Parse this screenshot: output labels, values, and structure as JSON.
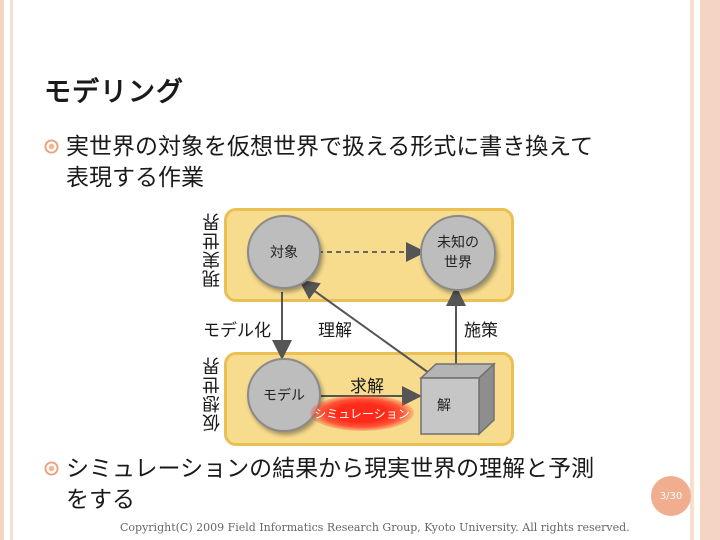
{
  "slide": {
    "title": "モデリング",
    "bullets": [
      "実世界の対象を仮想世界で扱える形式に書き換えて表現する作業",
      "シミュレーションの結果から現実世界の理解と予測をする"
    ],
    "footer": "Copyright(C) 2009 Field Informatics Research Group, Kyoto University. All rights reserved.",
    "page_number": "3/30"
  },
  "diagram": {
    "real_world_label": "現実世界",
    "virtual_world_label": "仮想世界",
    "target_label": "対象",
    "unknown_world_label": "未知の\n世界",
    "model_label": "モデル",
    "solution_label": "解",
    "modeling_label": "モデル化",
    "understanding_label": "理解",
    "measures_label": "施策",
    "solve_label": "求解",
    "simulation_label": "シミュレーション"
  },
  "colors": {
    "band_fill": "#f7dc8e",
    "band_border": "#e9bf56",
    "circle_fill": "#bdbdbd",
    "simulation_glow": "#ff2a1a",
    "accent_frame": "#f4d4c2",
    "page_badge": "#f0ae8f"
  }
}
